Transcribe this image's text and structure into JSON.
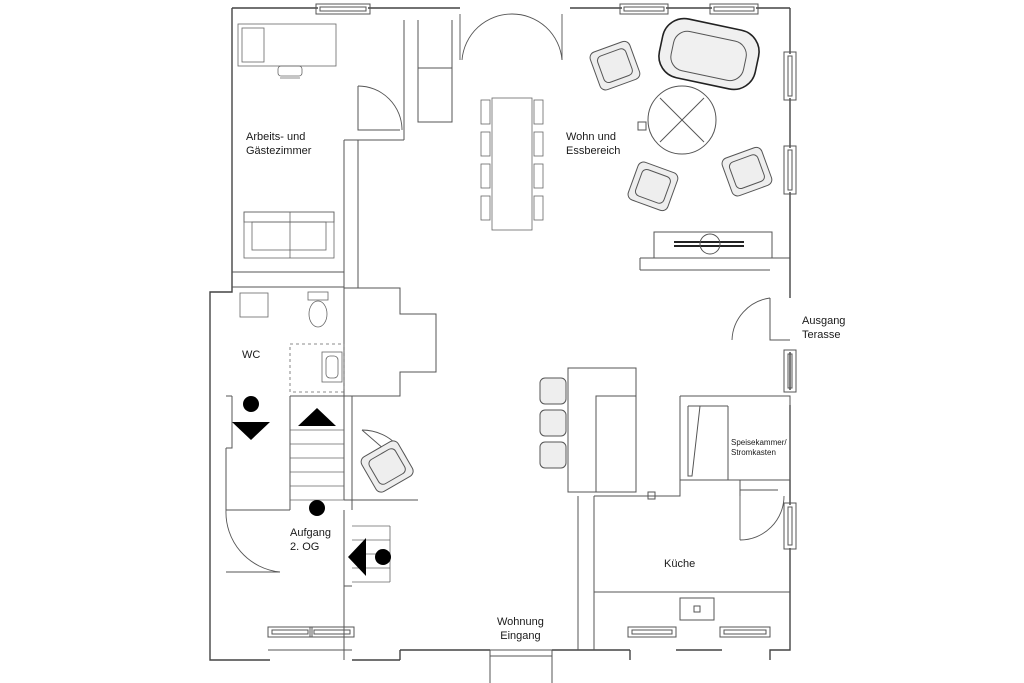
{
  "rooms": {
    "arbeitszimmer": {
      "line1": "Arbeits- und",
      "line2": "Gästezimmer"
    },
    "wohnbereich": {
      "line1": "Wohn und",
      "line2": "Essbereich"
    },
    "wc": "WC",
    "ausgang": {
      "line1": "Ausgang",
      "line2": "Terasse"
    },
    "speisekammer": {
      "line1": "Speisekammer/",
      "line2": "Stromkasten"
    },
    "aufgang": {
      "line1": "Aufgang",
      "line2": "2. OG"
    },
    "kueche": "Küche",
    "eingang": {
      "line1": "Wohnung",
      "line2": "Eingang"
    }
  },
  "colors": {
    "wall": "#444444",
    "line": "#666666",
    "furniture": "#dddddd",
    "symbol": "#000000"
  }
}
